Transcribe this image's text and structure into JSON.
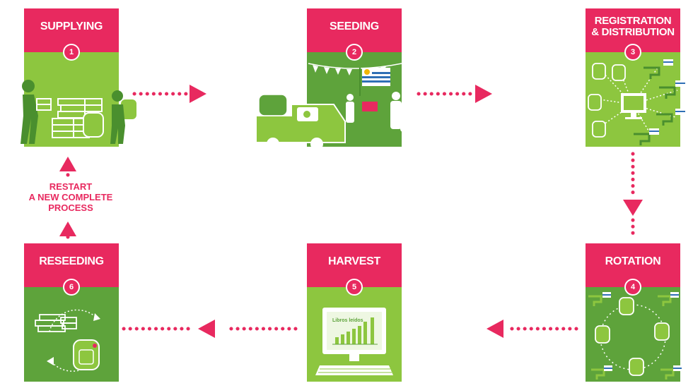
{
  "stages": [
    {
      "number": "1",
      "label": "SUPPLYING"
    },
    {
      "number": "2",
      "label": "SEEDING"
    },
    {
      "number": "3",
      "label": "REGISTRATION\n& DISTRIBUTION"
    },
    {
      "number": "4",
      "label": "ROTATION"
    },
    {
      "number": "5",
      "label": "HARVEST"
    },
    {
      "number": "6",
      "label": "RESEEDING"
    }
  ],
  "restart_label": "RESTART\nA NEW COMPLETE\nPROCESS",
  "harvest_screen_title": "Libros leídos",
  "colors": {
    "accent": "#e8295f",
    "green_light": "#8dc63f",
    "green_dark": "#5ea33b"
  },
  "icons": [
    "person-carrying-books-icon",
    "book-stack-icon",
    "backpack-icon",
    "truck-icon",
    "flag-icon",
    "computer-icon",
    "school-icon",
    "bar-chart-icon",
    "keyboard-icon"
  ]
}
